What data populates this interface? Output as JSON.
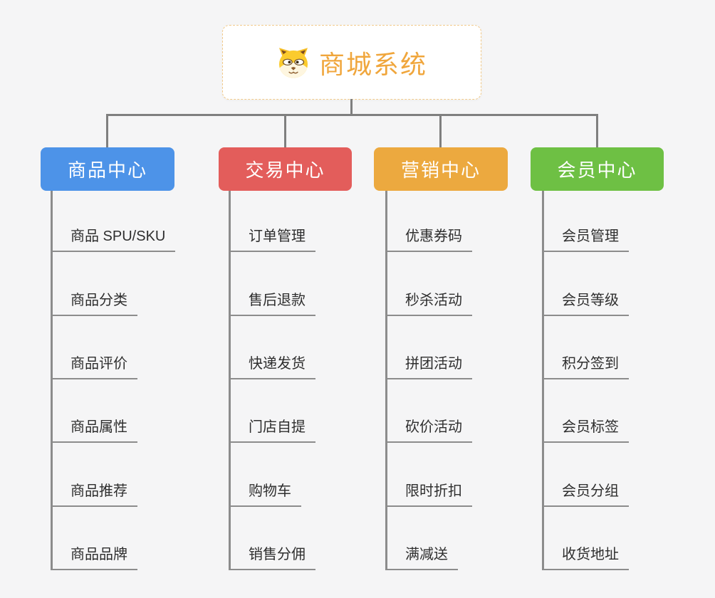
{
  "root": {
    "title": "商城系统",
    "icon": "dog-face-icon",
    "accent_color": "#F0A63C",
    "border_color": "#F2CA8A"
  },
  "connector_color": "#7F7F7F",
  "branches": [
    {
      "label": "商品中心",
      "color": "#4D93E8",
      "items": [
        "商品 SPU/SKU",
        "商品分类",
        "商品评价",
        "商品属性",
        "商品推荐",
        "商品品牌"
      ]
    },
    {
      "label": "交易中心",
      "color": "#E35D5B",
      "items": [
        "订单管理",
        "售后退款",
        "快递发货",
        "门店自提",
        "购物车",
        "销售分佣"
      ]
    },
    {
      "label": "营销中心",
      "color": "#ECA93F",
      "items": [
        "优惠券码",
        "秒杀活动",
        "拼团活动",
        "砍价活动",
        "限时折扣",
        "满减送"
      ]
    },
    {
      "label": "会员中心",
      "color": "#6EC044",
      "items": [
        "会员管理",
        "会员等级",
        "积分签到",
        "会员标签",
        "会员分组",
        "收货地址"
      ]
    }
  ]
}
